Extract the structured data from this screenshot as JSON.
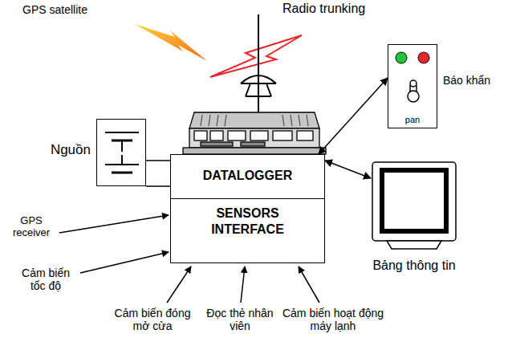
{
  "diagram": {
    "nodes": [
      {
        "text": [
          "DATALOGGER"
        ]
      },
      {
        "text": [
          "SENSORS INTERFACE"
        ]
      },
      {
        "text": [
          "Nguồn"
        ]
      },
      {
        "text": [
          "pan",
          "Báo khẩn"
        ]
      },
      {
        "text": [
          "Bảng thông tin"
        ]
      }
    ],
    "edges": [
      {
        "from": 2,
        "to": 0,
        "arrow": "none"
      },
      {
        "from": 0,
        "to": 3,
        "arrow": "both"
      },
      {
        "from": 0,
        "to": 4,
        "arrow": "both"
      }
    ],
    "labels": [
      "GPS satellite",
      "Radio trunking",
      "GPS receiver",
      "Cảm biến tốc độ",
      "Cảm biến đóng mở cửa",
      "Đọc thẻ nhân viên",
      "Cảm biến hoạt động máy lạnh"
    ]
  }
}
